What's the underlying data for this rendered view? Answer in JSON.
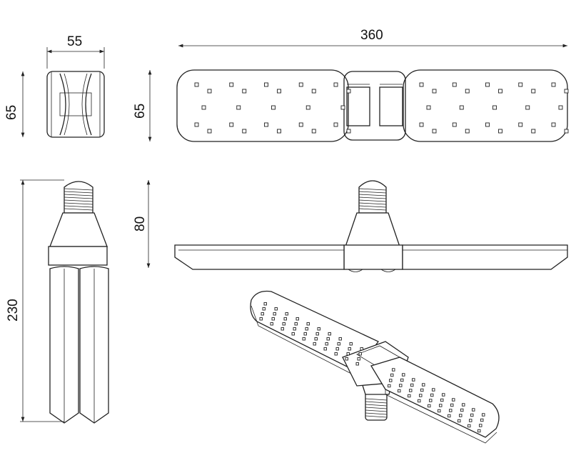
{
  "dimensions": {
    "end_width": "55",
    "end_height": "65",
    "plan_height": "65",
    "total_length": "360",
    "front_height": "80",
    "side_height": "230"
  },
  "colors": {
    "line": "#222222",
    "background": "#ffffff"
  }
}
